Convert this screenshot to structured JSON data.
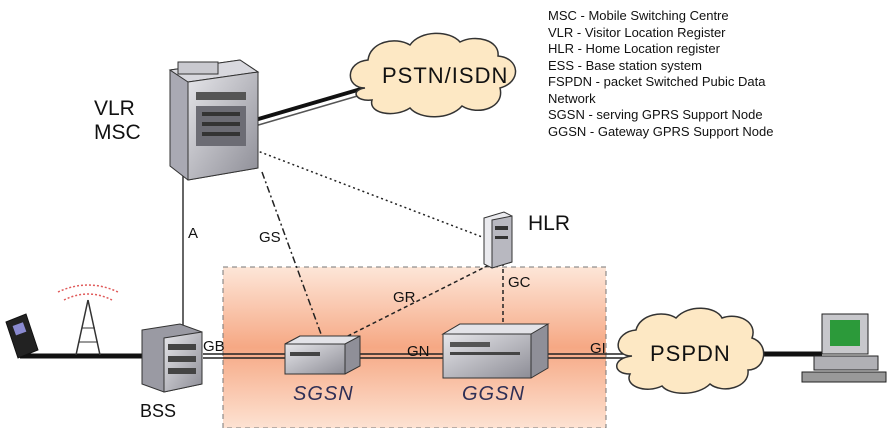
{
  "nodes": {
    "vlr_msc_line1": "VLR",
    "vlr_msc_line2": "MSC",
    "pstn": "PSTN/ISDN",
    "hlr": "HLR",
    "bss": "BSS",
    "sgsn": "SGSN",
    "ggsn": "GGSN",
    "pspdn": "PSPDN"
  },
  "interfaces": {
    "a": "A",
    "gs": "GS",
    "gr": "GR",
    "gc": "GC",
    "gb": "GB",
    "gn": "GN",
    "gi": "GI"
  },
  "legend": [
    "MSC - Mobile Switching Centre",
    "VLR - Visitor Location Register",
    "HLR - Home Location register",
    "ESS - Base station system",
    "FSPDN - packet Switched Pubic Data",
    "Network",
    "SGSN - serving GPRS Support Node",
    "GGSN - Gateway GPRS Support Node"
  ],
  "colors": {
    "gprs_backbone_top": "#fde6d8",
    "gprs_backbone_mid": "#f6a884",
    "gprs_backbone_bottom": "#fde2d2",
    "cloud_fill": "#fde8c4",
    "cloud_stroke": "#333333",
    "node_label": "#2f2f55",
    "radio_waves": "#e05a5a",
    "monitor_screen": "#2c9a3a"
  }
}
